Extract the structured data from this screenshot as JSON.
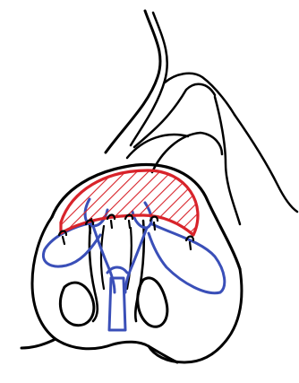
{
  "figure": {
    "kind": "line-drawing",
    "colors": {
      "outline": "#000000",
      "cartilage": "#3a4fb8",
      "graft_stroke": "#d8232a",
      "graft_hatch": "#d8232a",
      "background": "#ffffff"
    },
    "components": {
      "nose_outline": {
        "color_key": "outline"
      },
      "lower_lateral_cartilages": {
        "color_key": "cartilage"
      },
      "columellar_strut": {
        "color_key": "cartilage"
      },
      "tip_graft": {
        "color_key": "graft_stroke",
        "fill": "hatched"
      },
      "sutures": {
        "color_key": "outline",
        "count": 6
      }
    }
  }
}
